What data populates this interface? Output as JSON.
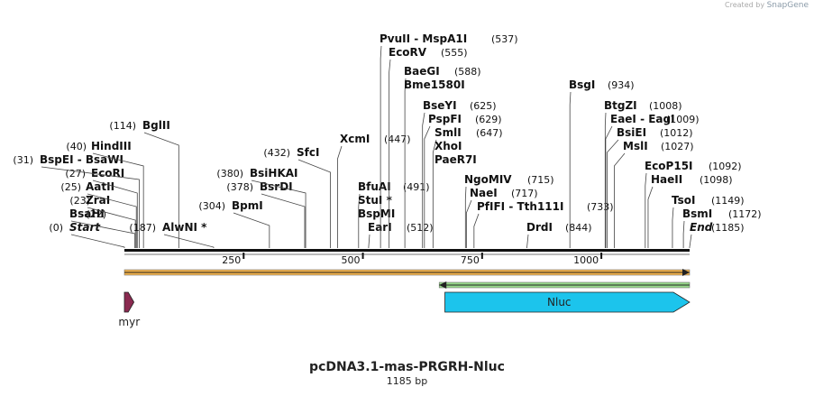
{
  "brand": {
    "prefix": "Created by",
    "name": "SnapGene"
  },
  "map": {
    "title": "pcDNA3.1-mas-PRGRH-Nluc",
    "size_label": "1185 bp",
    "length": 1185,
    "ticks": [
      {
        "value": 250,
        "label": "250"
      },
      {
        "value": 500,
        "label": "500"
      },
      {
        "value": 750,
        "label": "750"
      },
      {
        "value": 1000,
        "label": "1000"
      }
    ],
    "sites": [
      {
        "pos": 0,
        "pos_label": "(0)",
        "name": "Start",
        "italic": true
      },
      {
        "pos": 22,
        "pos_label": "(22)",
        "name": "BsaHI"
      },
      {
        "pos": 23,
        "pos_label": "(23)",
        "name": "ZraI"
      },
      {
        "pos": 25,
        "pos_label": "(25)",
        "name": "AatII"
      },
      {
        "pos": 27,
        "pos_label": "(27)",
        "name": "EcoRI"
      },
      {
        "pos": 31,
        "pos_label": "(31)",
        "name": "BspEI  -  BsaWI"
      },
      {
        "pos": 40,
        "pos_label": "(40)",
        "name": "HindIII"
      },
      {
        "pos": 114,
        "pos_label": "(114)",
        "name": "BglII"
      },
      {
        "pos": 187,
        "pos_label": "(187)",
        "name": "AlwNI *"
      },
      {
        "pos": 304,
        "pos_label": "(304)",
        "name": "BpmI"
      },
      {
        "pos": 378,
        "pos_label": "(378)",
        "name": "BsrDI"
      },
      {
        "pos": 380,
        "pos_label": "(380)",
        "name": "BsiHKAI"
      },
      {
        "pos": 432,
        "pos_label": "(432)",
        "name": "SfcI"
      },
      {
        "pos": 447,
        "pos_label": "(447)",
        "name": "XcmI"
      },
      {
        "pos": 491,
        "pos_label": "(491)",
        "name": "BfuAI"
      },
      {
        "pos": 491,
        "pos_label": "",
        "name": "StuI *"
      },
      {
        "pos": 491,
        "pos_label": "",
        "name": "BspMI"
      },
      {
        "pos": 512,
        "pos_label": "(512)",
        "name": "EarI"
      },
      {
        "pos": 537,
        "pos_label": "(537)",
        "name": "PvuII  -  MspA1I"
      },
      {
        "pos": 555,
        "pos_label": "(555)",
        "name": "EcoRV"
      },
      {
        "pos": 588,
        "pos_label": "(588)",
        "name": "BaeGI"
      },
      {
        "pos": 588,
        "pos_label": "",
        "name": "Bme1580I"
      },
      {
        "pos": 625,
        "pos_label": "(625)",
        "name": "BseYI"
      },
      {
        "pos": 629,
        "pos_label": "(629)",
        "name": "PspFI"
      },
      {
        "pos": 647,
        "pos_label": "(647)",
        "name": "SmlI"
      },
      {
        "pos": 647,
        "pos_label": "",
        "name": "XhoI"
      },
      {
        "pos": 647,
        "pos_label": "",
        "name": "PaeR7I"
      },
      {
        "pos": 715,
        "pos_label": "(715)",
        "name": "NgoMIV"
      },
      {
        "pos": 717,
        "pos_label": "(717)",
        "name": "NaeI"
      },
      {
        "pos": 733,
        "pos_label": "(733)",
        "name": "PfIFI  -  Tth111I"
      },
      {
        "pos": 844,
        "pos_label": "(844)",
        "name": "DrdI"
      },
      {
        "pos": 934,
        "pos_label": "(934)",
        "name": "BsgI"
      },
      {
        "pos": 1008,
        "pos_label": "(1008)",
        "name": "BtgZI"
      },
      {
        "pos": 1009,
        "pos_label": "(1009)",
        "name": "EaeI  -  EagI"
      },
      {
        "pos": 1012,
        "pos_label": "(1012)",
        "name": "BsiEI"
      },
      {
        "pos": 1027,
        "pos_label": "(1027)",
        "name": "MslI"
      },
      {
        "pos": 1092,
        "pos_label": "(1092)",
        "name": "EcoP15I"
      },
      {
        "pos": 1098,
        "pos_label": "(1098)",
        "name": "HaeII"
      },
      {
        "pos": 1149,
        "pos_label": "(1149)",
        "name": "TsoI"
      },
      {
        "pos": 1172,
        "pos_label": "(1172)",
        "name": "BsmI"
      },
      {
        "pos": 1185,
        "pos_label": "(1185)",
        "name": "End",
        "italic": true
      }
    ],
    "features": [
      {
        "name": "",
        "start": 0,
        "end": 1185,
        "direction": "forward",
        "color": "#f2b24a",
        "style": "bar"
      },
      {
        "name": "",
        "start": 660,
        "end": 1185,
        "direction": "reverse",
        "color": "#97d88a",
        "style": "bar"
      },
      {
        "name": "myr",
        "start": 0,
        "end": 20,
        "direction": "forward",
        "color": "#8a2a50",
        "style": "arrow"
      },
      {
        "name": "Nluc",
        "start": 672,
        "end": 1185,
        "direction": "forward",
        "color": "#1cc4ec",
        "style": "arrow"
      }
    ]
  }
}
